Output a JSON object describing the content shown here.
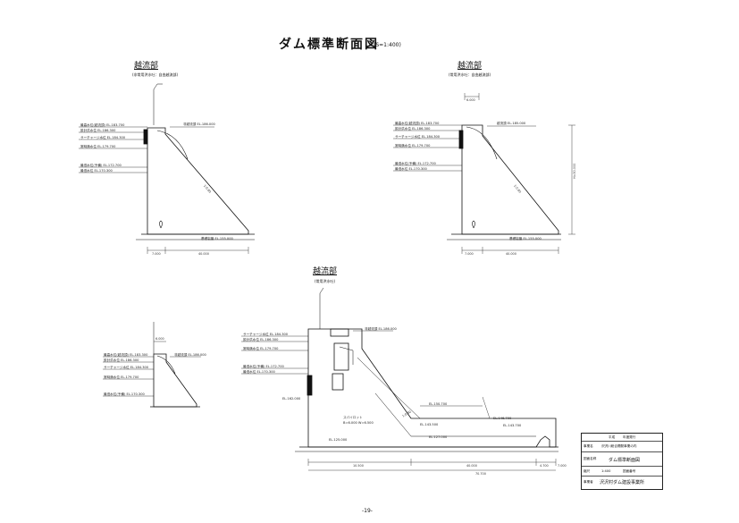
{
  "header": {
    "title": "ダム標準断面図",
    "scale": "(S=1:400)"
  },
  "sections": {
    "left": {
      "heading": "越流部",
      "subheading": "(非常用洪水吐：自由越流部)"
    },
    "right": {
      "heading": "越流部",
      "subheading": "(常用洪水吐：自由越流部)"
    },
    "bottom": {
      "heading": "越流部",
      "subheading": "(常用洪水吐)"
    }
  },
  "left_labels": {
    "l1": "最高水位(越流頂)  EL.183.700",
    "l2": "設計洪水位  EL.186.300",
    "l3": "サーチャージ水位  EL.184.300",
    "l4": "常時満水位  EL.179.700",
    "l5": "最低水位(予備)  EL.172.700",
    "l6": "最低水位  EL.170.300",
    "crest": "非越流頂  EL.186.000",
    "base": "基礎岩盤  EL.155.000",
    "slope": "1:0.80",
    "dim1": "7.000",
    "dim2": "40.000"
  },
  "right_labels": {
    "l1": "最高水位(越流頂)  EL.183.700",
    "l2": "設計洪水位  EL.186.300",
    "l3": "サーチャージ水位  EL.184.300",
    "l4": "常時満水位  EL.179.700",
    "l5": "最低水位(予備)  EL.172.700",
    "l6": "最低水位  EL.170.300",
    "crest": "越流頂  EL.185.000",
    "base": "基礎岩盤  EL.155.000",
    "slope": "1:0.80",
    "height": "H=30.000",
    "top_dim": "6.000",
    "dim1": "7.000",
    "dim2": "40.000"
  },
  "small_labels": {
    "l1": "最高水位(越流頂)  EL.183.300",
    "l2": "設計洪水位  EL.186.300",
    "l3": "サーチャージ水位  EL.184.300",
    "l4": "常時満水位  EL.179.700",
    "l5": "最低水位(予備)  EL.170.300",
    "crest": "非越流頂  EL.186.000",
    "top_dim": "6.000"
  },
  "bottom_labels": {
    "l1": "サーチャージ水位  EL.184.300",
    "l2": "設計洪水位  EL.186.300",
    "l3": "常時満水位  EL.179.700",
    "l4": "最低水位(予備)  EL.172.700",
    "l5": "最低水位  EL.170.300",
    "crest": "非越流頂  EL.186.000",
    "el1": "EL.162.000",
    "el2": "EL.150.700",
    "el3": "EL.143.500",
    "el4": "EL.143.700",
    "el5": "EL.146.700",
    "el6": "EL.127.000",
    "el7": "EL.125.000",
    "spill": "スパイロット",
    "size": "B=6.000 W=6.500",
    "slope": "1:0.80",
    "dims": [
      "10.500",
      "40.000",
      "4.700",
      "7.000"
    ],
    "total": "70.700"
  },
  "title_block": {
    "r1a": "平成",
    "r1b": "年度発行",
    "r2a": "事業名",
    "r2b": "沢沢川総合開発事業の内",
    "r3a": "図面名称",
    "r3b": "ダム標準断面図",
    "r4a": "縮尺",
    "r4b": "1:400",
    "r4c": "図面番号",
    "r5a": "事業者",
    "r5b": "沢沢村ダム建設事業所"
  },
  "page_number": "-19-"
}
